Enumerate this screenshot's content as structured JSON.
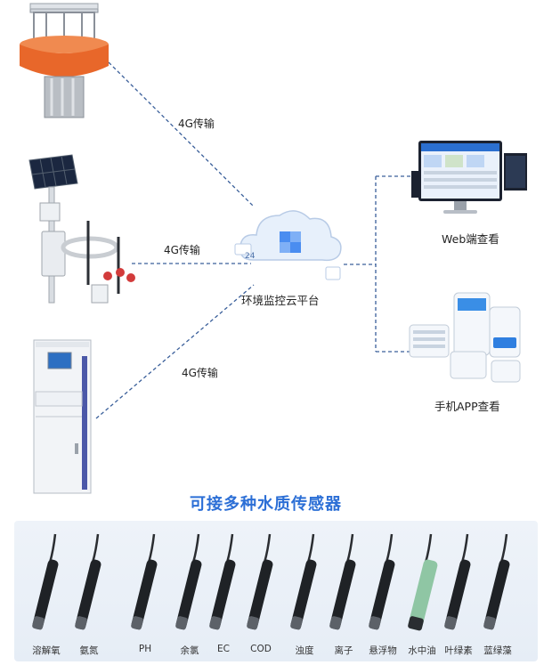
{
  "links": {
    "buoy": "4G传输",
    "weather_station": "4G传输",
    "cabinet": "4G传输"
  },
  "cloud_label": "环境监控云平台",
  "cloud_badge": "24",
  "outputs": {
    "web": "Web端查看",
    "app": "手机APP查看"
  },
  "sensors_title": "可接多种水质传感器",
  "sensors": [
    {
      "name": "溶解氧",
      "icon": "probe-icon"
    },
    {
      "name": "氨氮",
      "icon": "probe-icon"
    },
    {
      "name": "PH",
      "icon": "probe-icon"
    },
    {
      "name": "余氯",
      "icon": "probe-icon"
    },
    {
      "name": "EC",
      "icon": "probe-icon"
    },
    {
      "name": "COD",
      "icon": "probe-icon"
    },
    {
      "name": "浊度",
      "icon": "probe-icon"
    },
    {
      "name": "离子",
      "icon": "probe-icon"
    },
    {
      "name": "悬浮物",
      "icon": "probe-icon"
    },
    {
      "name": "水中油",
      "icon": "probe-icon"
    },
    {
      "name": "叶绿素",
      "icon": "probe-icon"
    },
    {
      "name": "蓝绿藻",
      "icon": "probe-icon"
    }
  ],
  "colors": {
    "title": "#2c6fd6",
    "link": "#3a5f9a",
    "buoy": "#e8672a",
    "probe": "#1f2226",
    "oil_probe": "#8fc6a4"
  }
}
